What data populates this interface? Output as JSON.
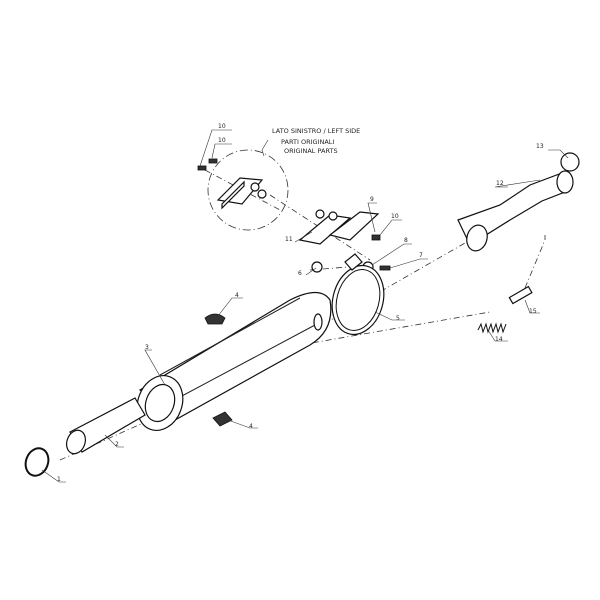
{
  "notes": {
    "side": "LATO SINISTRO / LEFT SIDE",
    "original_it": "PARTI ORIGINALI",
    "original_en": "ORIGINAL PARTS"
  },
  "callouts": {
    "c10a": "10",
    "c10b": "10",
    "c13": "13",
    "c12": "12",
    "c9": "9",
    "c10c": "10",
    "c11": "11",
    "c8": "8",
    "c7": "7",
    "c6": "6",
    "c4a": "4",
    "c5": "5",
    "c15": "15",
    "c14": "14",
    "c3": "3",
    "c2": "2",
    "c4b": "4",
    "c1": "1"
  }
}
